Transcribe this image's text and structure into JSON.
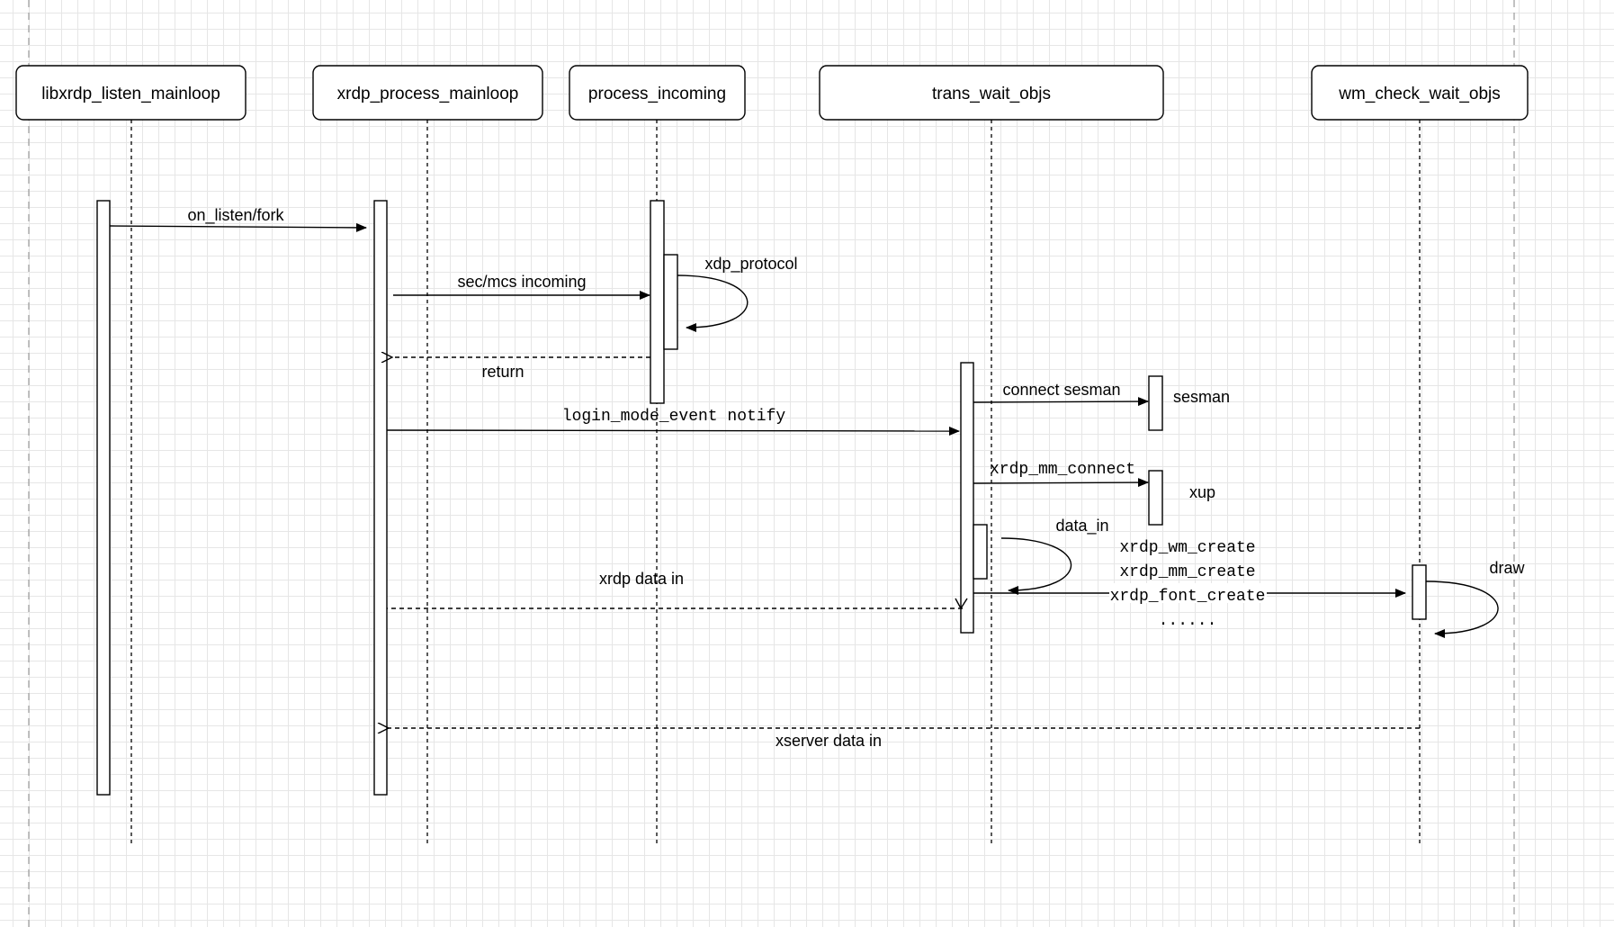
{
  "participants": [
    {
      "id": "libxrdp",
      "label": "libxrdp_listen_mainloop"
    },
    {
      "id": "xrdp",
      "label": "xrdp_process_mainloop"
    },
    {
      "id": "process",
      "label": "process_incoming"
    },
    {
      "id": "trans",
      "label": "trans_wait_objs"
    },
    {
      "id": "wm",
      "label": "wm_check_wait_objs"
    }
  ],
  "messages": {
    "on_listen": "on_listen/fork",
    "sec_mcs": "sec/mcs incoming",
    "xdp_protocol": "xdp_protocol",
    "return": "return",
    "login_mode": "login_mode_event notify",
    "connect_sesman": "connect sesman",
    "xrdp_mm_connect": "xrdp_mm_connect",
    "data_in": "data_in",
    "xrdp_data_in": "xrdp data in",
    "xserver_data_in": "xserver data in",
    "draw": "draw"
  },
  "targets": {
    "sesman": "sesman",
    "xup": "xup"
  },
  "create_calls": [
    "xrdp_wm_create",
    "xrdp_mm_create",
    "xrdp_font_create",
    "......"
  ]
}
